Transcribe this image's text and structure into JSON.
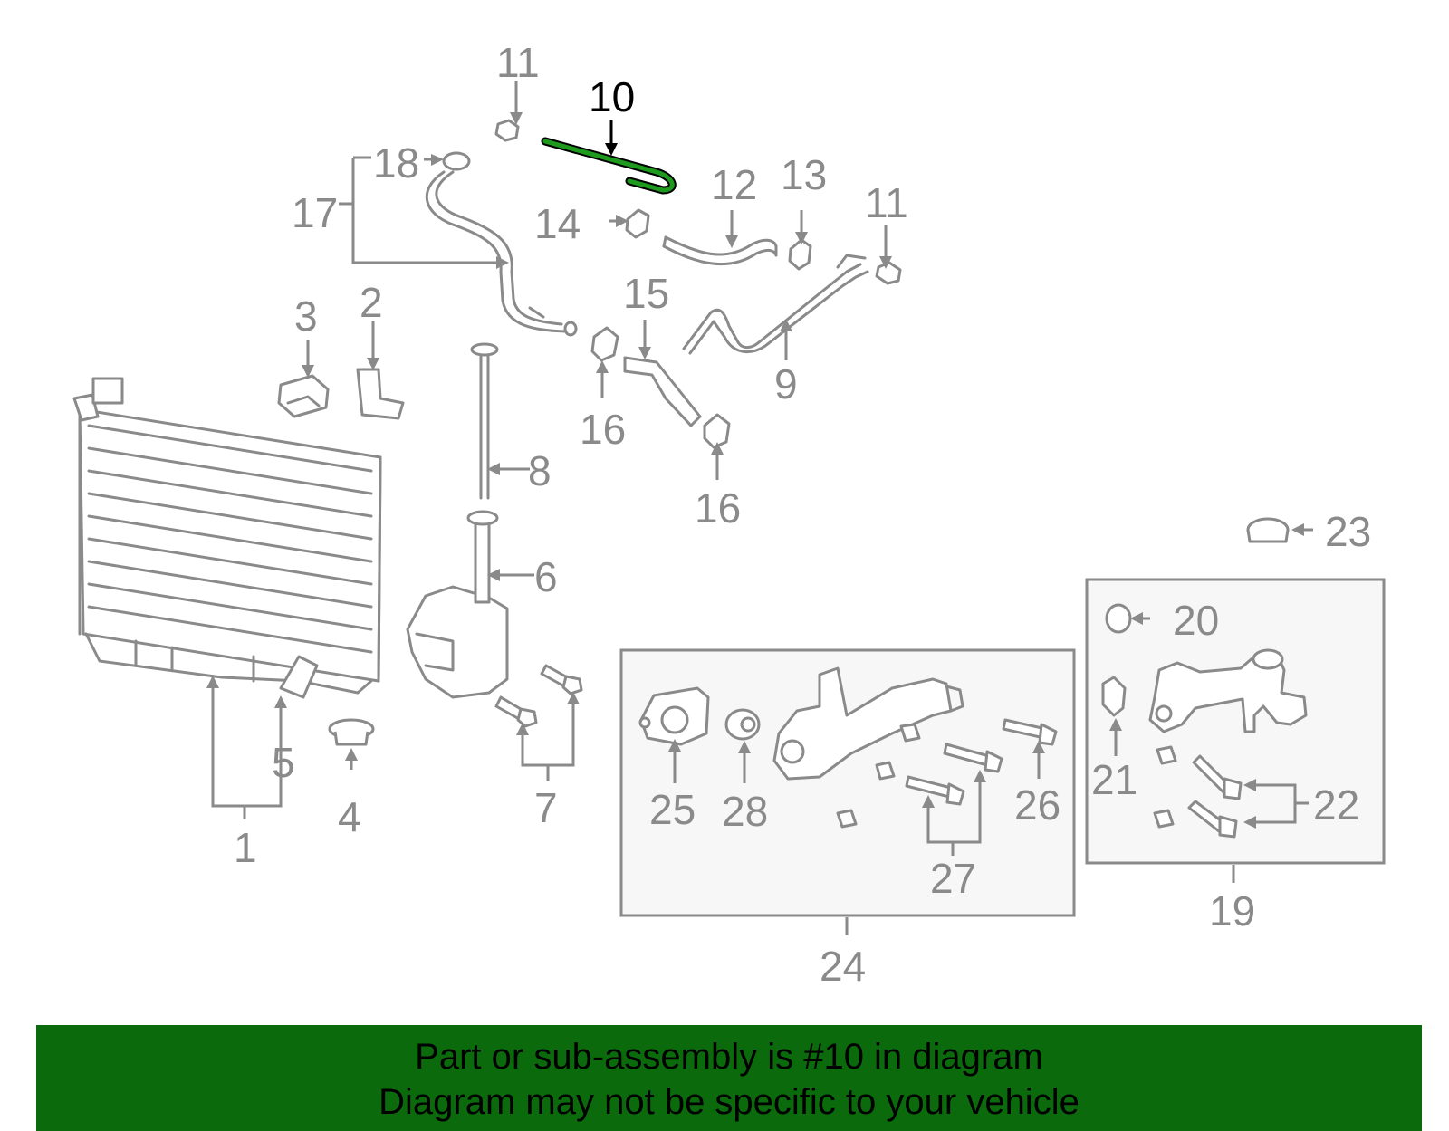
{
  "diagram": {
    "highlight_color": "#1e9a1e",
    "callouts": {
      "c1": "1",
      "c2": "2",
      "c3": "3",
      "c4": "4",
      "c5": "5",
      "c6": "6",
      "c7": "7",
      "c8": "8",
      "c9": "9",
      "c10": "10",
      "c11a": "11",
      "c11b": "11",
      "c12": "12",
      "c13": "13",
      "c14": "14",
      "c15": "15",
      "c16a": "16",
      "c16b": "16",
      "c17": "17",
      "c18": "18",
      "c19": "19",
      "c20": "20",
      "c21": "21",
      "c22": "22",
      "c23": "23",
      "c24": "24",
      "c25": "25",
      "c26": "26",
      "c27": "27",
      "c28": "28"
    }
  },
  "banner": {
    "line1": "Part or sub-assembly is #10 in diagram",
    "line2": "Diagram may not be specific to your vehicle",
    "background": "#0b6a0b"
  }
}
